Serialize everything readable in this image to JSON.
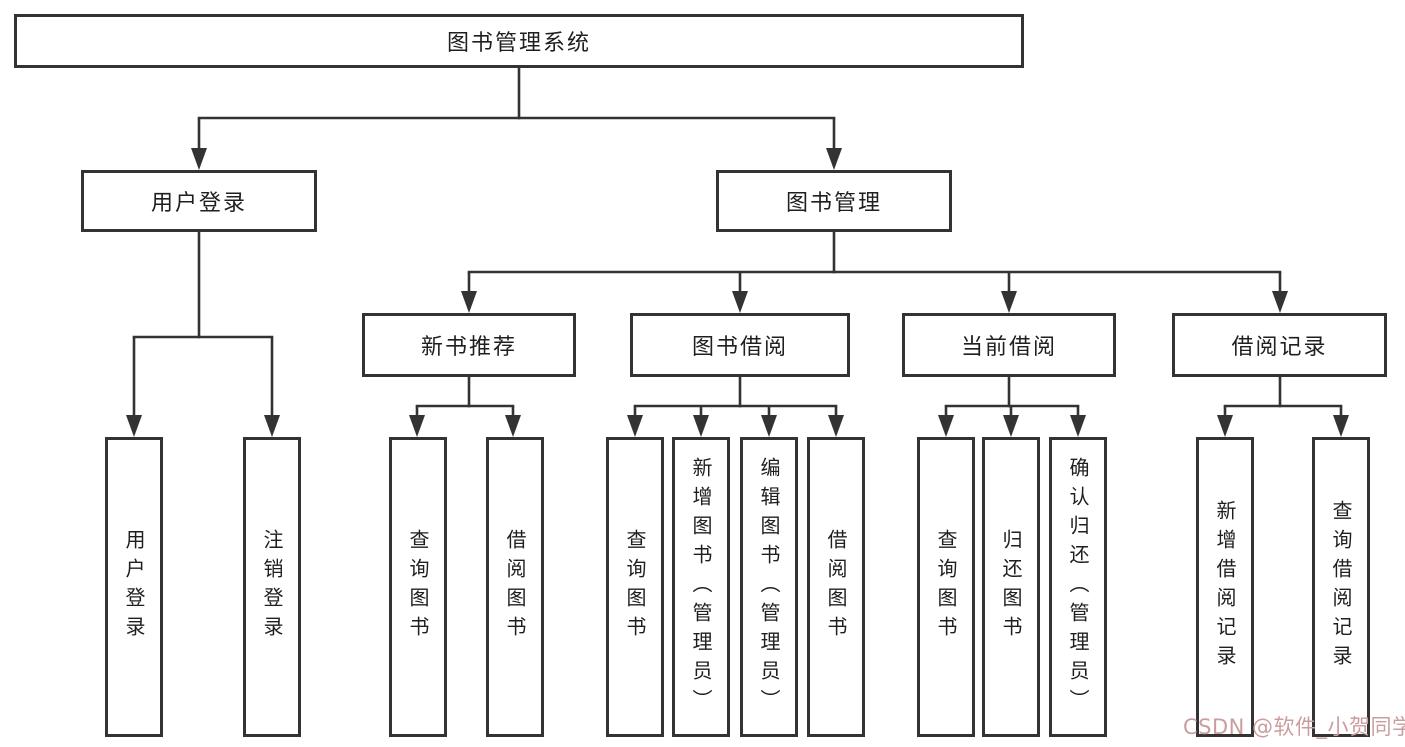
{
  "nodes": {
    "root": {
      "label": "图书管理系统"
    },
    "user_login_branch": {
      "label": "用户登录"
    },
    "book_mgmt": {
      "label": "图书管理"
    },
    "user_login": {
      "label": "用户登录"
    },
    "logout": {
      "label": "注销登录"
    },
    "new_book_rec": {
      "label": "新书推荐"
    },
    "book_borrow": {
      "label": "图书借阅"
    },
    "current_borrow": {
      "label": "当前借阅"
    },
    "borrow_records": {
      "label": "借阅记录"
    },
    "nb_query": {
      "label": "查询图书"
    },
    "nb_borrow": {
      "label": "借阅图书"
    },
    "bb_query": {
      "label": "查询图书"
    },
    "bb_add": {
      "label": "新增图书（管理员）"
    },
    "bb_edit": {
      "label": "编辑图书（管理员）"
    },
    "bb_borrow": {
      "label": "借阅图书"
    },
    "cb_query": {
      "label": "查询图书"
    },
    "cb_return": {
      "label": "归还图书"
    },
    "cb_confirm": {
      "label": "确认归还（管理员）"
    },
    "br_add": {
      "label": "新增借阅记录"
    },
    "br_query": {
      "label": "查询借阅记录"
    }
  },
  "watermark": {
    "text": "CSDN @软件_小贺同学",
    "color": "#cb9e9e"
  },
  "colors": {
    "line": "#333333",
    "box_border": "#333333",
    "background": "#ffffff",
    "text": "#1f1f1f"
  }
}
